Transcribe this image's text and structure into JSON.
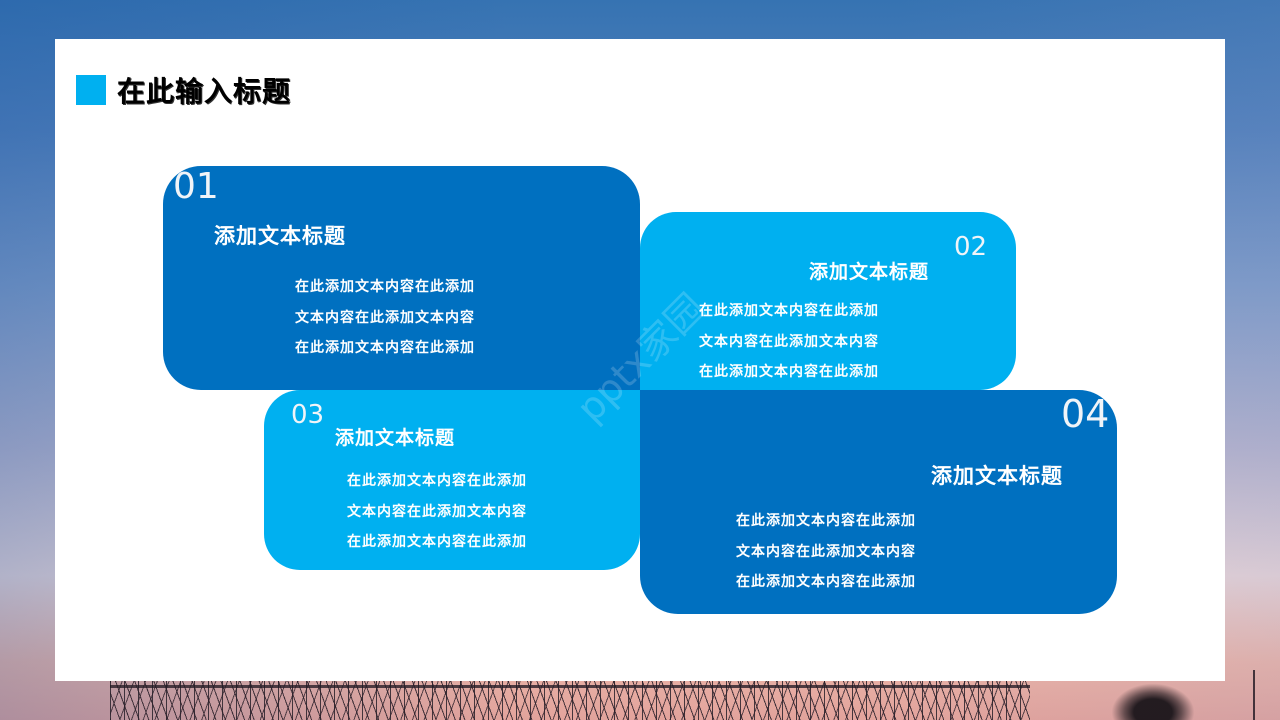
{
  "slide": {
    "title": "在此输入标题",
    "accent_color": "#00b0f0",
    "dark_color": "#0070c0",
    "light_color": "#00b0f0"
  },
  "cards": [
    {
      "number": "01",
      "title": "添加文本标题",
      "lines": [
        "在此添加文本内容在此添加",
        "文本内容在此添加文本内容",
        "在此添加文本内容在此添加"
      ]
    },
    {
      "number": "02",
      "title": "添加文本标题",
      "lines": [
        "在此添加文本内容在此添加",
        "文本内容在此添加文本内容",
        "在此添加文本内容在此添加"
      ]
    },
    {
      "number": "03",
      "title": "添加文本标题",
      "lines": [
        "在此添加文本内容在此添加",
        "文本内容在此添加文本内容",
        "在此添加文本内容在此添加"
      ]
    },
    {
      "number": "04",
      "title": "添加文本标题",
      "lines": [
        "在此添加文本内容在此添加",
        "文本内容在此添加文本内容",
        "在此添加文本内容在此添加"
      ]
    }
  ],
  "watermark": "pptx家园"
}
